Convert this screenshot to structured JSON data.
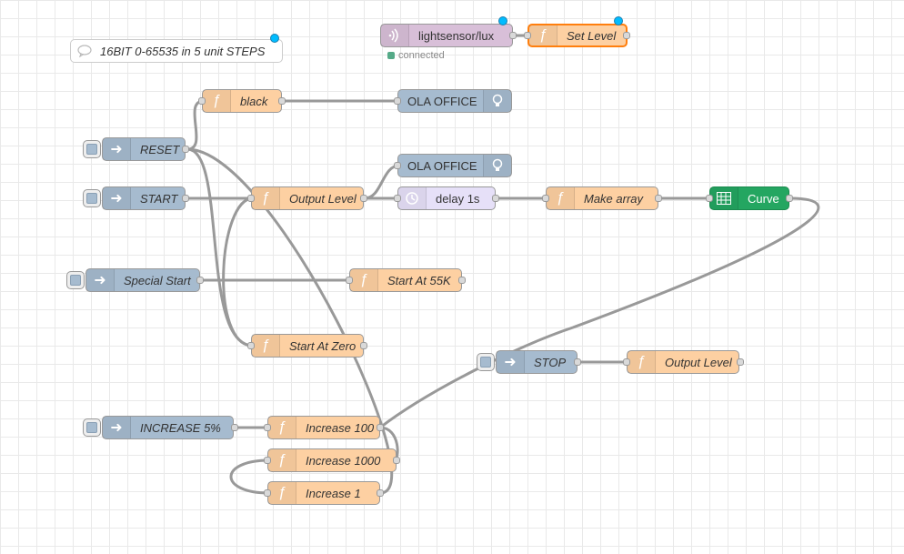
{
  "nodes": {
    "comment": {
      "label": "16BIT 0-65535 in 5 unit STEPS",
      "icon": "comment-icon"
    },
    "mqtt": {
      "label": "lightsensor/lux",
      "status": "connected",
      "icon": "wifi-icon",
      "status_color": "#5aa37a"
    },
    "set_level": {
      "label": "Set Level",
      "icon": "function-icon"
    },
    "black": {
      "label": "black"
    },
    "ola1": {
      "label": "OLA OFFICE",
      "icon": "lightbulb-icon"
    },
    "reset": {
      "label": "RESET"
    },
    "ola2": {
      "label": "OLA OFFICE"
    },
    "start": {
      "label": "START"
    },
    "output_level": {
      "label": "Output Level"
    },
    "delay": {
      "label": "delay 1s",
      "icon": "timer-icon"
    },
    "make_array": {
      "label": "Make array"
    },
    "curve": {
      "label": "Curve",
      "icon": "chart-icon"
    },
    "special_start": {
      "label": "Special Start"
    },
    "start_55k": {
      "label": "Start At 55K"
    },
    "start_zero": {
      "label": "Start At Zero"
    },
    "stop": {
      "label": "STOP"
    },
    "output_level2": {
      "label": "Output Level"
    },
    "increase5": {
      "label": "INCREASE 5%"
    },
    "inc100": {
      "label": "Increase 100"
    },
    "inc1000": {
      "label": "Increase 1000"
    },
    "inc1": {
      "label": "Increase 1"
    }
  },
  "colors": {
    "function": "#fdd0a2",
    "inject": "#a6bbcf",
    "delay": "#e6e0f8",
    "mqtt": "#d8bfd8",
    "chart": "#24a661",
    "changed_badge": "#00bcff",
    "wire": "#999999"
  }
}
